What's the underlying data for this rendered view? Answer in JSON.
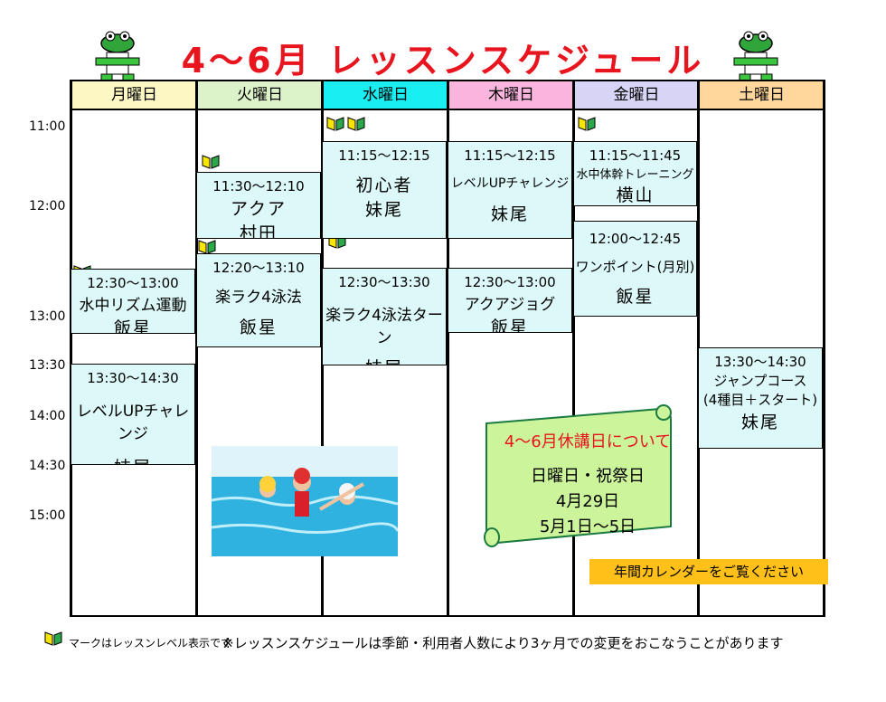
{
  "title": "4～6月 レッスンスケジュール",
  "days": [
    {
      "label": "月曜日",
      "color": "#fdf7c4"
    },
    {
      "label": "火曜日",
      "color": "#dcf2c8"
    },
    {
      "label": "水曜日",
      "color": "#19eef2"
    },
    {
      "label": "木曜日",
      "color": "#f9b5dd"
    },
    {
      "label": "金曜日",
      "color": "#d8d4f6"
    },
    {
      "label": "土曜日",
      "color": "#ffd79c"
    }
  ],
  "times": [
    "11:00",
    "12:00",
    "13:00",
    "13:30",
    "14:00",
    "14:30",
    "15:00"
  ],
  "lessons": {
    "mon1": {
      "time": "12:30～13:00",
      "name": "水中リズム運動",
      "person": "飯星"
    },
    "mon2": {
      "time": "13:30～14:30",
      "name": "レベルUPチャレンジ",
      "person": "妹尾"
    },
    "tue1": {
      "time": "11:30～12:10",
      "name": "アクア",
      "person": "村田"
    },
    "tue2": {
      "time": "12:20～13:10",
      "name": "楽ラク4泳法",
      "person": "飯星"
    },
    "wed1": {
      "time": "11:15～12:15",
      "name": "初心者",
      "person": "妹尾"
    },
    "wed2": {
      "time": "12:30～13:30",
      "name": "楽ラク4泳法ターン",
      "person": "妹尾"
    },
    "thu1": {
      "time": "11:15～12:15",
      "name": "レベルUPチャレンジ",
      "person": "妹尾"
    },
    "thu2": {
      "time": "12:30～13:00",
      "name": "アクアジョグ",
      "person": "飯星"
    },
    "fri1": {
      "time": "11:15～11:45",
      "name": "水中体幹トレーニング",
      "person": "横山"
    },
    "fri2": {
      "time": "12:00～12:45",
      "name": "ワンポイント(月別)",
      "person": "飯星"
    },
    "sat1": {
      "time": "13:30～14:30",
      "name": "ジャンプコース",
      "sub": "(4種目＋スタート)",
      "person": "妹尾"
    }
  },
  "notice": {
    "heading": "4～6月休講日について",
    "line1": "日曜日・祝祭日",
    "line2": "4月29日",
    "line3": "5月1日～5日"
  },
  "calendar_note": "年間カレンダーをご覧ください",
  "footer_mark": "マークはレッスンレベル表示です",
  "footer_note": "※レッスンスケジュールは季節・利用者人数により3ヶ月での変更をおこなうことがあります"
}
